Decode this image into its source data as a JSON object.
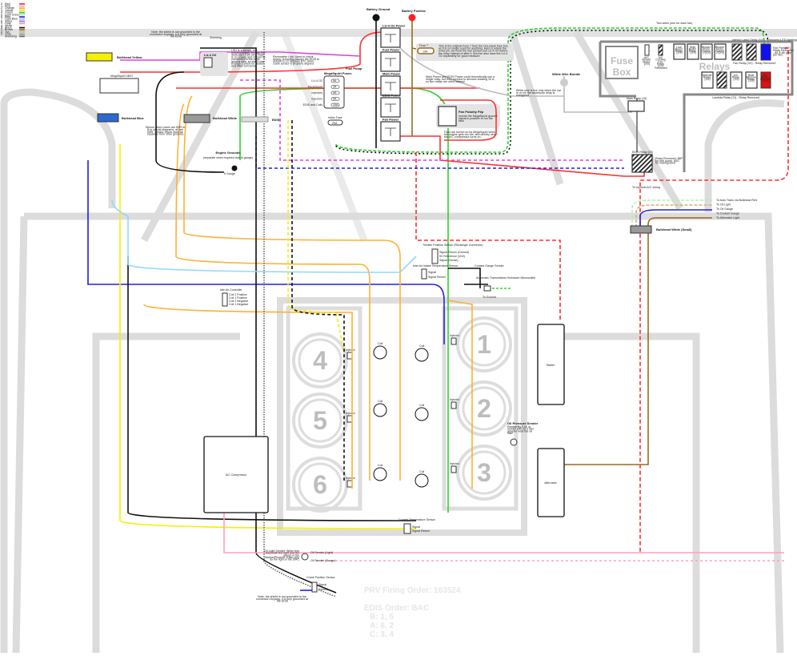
{
  "legend": {
    "items": [
      {
        "num": "0",
        "name": "Red",
        "color": "#ff3030"
      },
      {
        "num": "1",
        "name": "Pink",
        "color": "#ffa0c0"
      },
      {
        "num": "2",
        "name": "Orange",
        "color": "#ffb030"
      },
      {
        "num": "3",
        "name": "Yellow",
        "color": "#f5f000"
      },
      {
        "num": "4",
        "name": "Green",
        "color": "#30d030"
      },
      {
        "num": "5",
        "name": "Light Green",
        "color": "#b0f0b0"
      },
      {
        "num": "6",
        "name": "Blue",
        "color": "#2020e0"
      },
      {
        "num": "7",
        "name": "Light Blue",
        "color": "#90d8ff"
      },
      {
        "num": "8",
        "name": "Violet",
        "color": "#e040e0"
      },
      {
        "num": "9",
        "name": "Gray",
        "color": "#bbbbbb"
      },
      {
        "num": "A",
        "name": "White",
        "color": "#ffffff"
      },
      {
        "num": "B",
        "name": "Black",
        "color": "#111111"
      },
      {
        "num": "C",
        "name": "Brown",
        "color": "#9a6a20"
      },
      {
        "num": "D",
        "name": "Tan",
        "color": "#d8b070"
      },
      {
        "num": "E",
        "name": "Gray",
        "color": "#999999"
      },
      {
        "num": "",
        "name": "Shielding",
        "color": "#666666"
      }
    ]
  },
  "battery": {
    "ground": "Battery Ground",
    "positive": "Battery Positive"
  },
  "relays": {
    "lsu": "LU-4 O2 Power",
    "fuel": "Fuel Power",
    "main": "Main Power",
    "edis": "EDIS Power",
    "fan": "Fan Power",
    "fan_polarity": "Fan Polarity Flip",
    "fan_polarity_note": "Inverts the MegaSquirt ground signal to positive to run the fans"
  },
  "fuse7": {
    "label": "Fuse 7",
    "value": "10A",
    "note": "This is the original Fuse 7 from the DeLorean fuse box, as it is no longer used for anything. Here is where the extra pin, we hook the fuel pumps and LU-4 O2 before the relay instead of after it. And we also have the LU-4 O2 separately for good measure."
  },
  "notes": {
    "main_edis": "Main Power and EDIS Power could theoretically use a single relay, but they connect to devices drawing 10 A, so two relays are used instead.",
    "white_wire": "White wire is live only when the car is on for the accessory relay is energized",
    "fans": "Fans are turned on by MegaSquirt when the engine gets too hot, and directly when the A/C compressor turns on.",
    "shield_top": "Note: the shield is not grounded to the connector! Anyway, it is only grounded at the EDIS",
    "shield_bottom": "Note: the shield is not grounded to the connector! Anyway, it is only grounded at the EDIS",
    "lsu": "LSU is a sensor, but communicates through the dedicated 7.3K wire. Main is on power, and should be connected to the other ground wire, so that it has enough current for heater and other functions.",
    "sensor_return": "Sensor return wires are B9R or B in official diagrams; all are B9R. Sensor return must be separate from other grounds.",
    "removable": "Removable Link: Used to check timing, removing causes the EDIS to default to 10 degrees BTC when crank sensor is properly aligned.",
    "two_wires": "Two wires (one for each fan)",
    "oil_light": "Oil Light Sender: When this does both the light and the gauge in the Marine/Phoenix, it can only do the light or the DMC."
  },
  "labels": {
    "shielding": "Shielding",
    "bulkhead_yellow": "Bulkhead Yellow",
    "bulkhead_blue": "Bulkhead Blue",
    "bulkhead_white": "Bulkhead White",
    "bulkhead_white_small": "Bulkhead White (Small)",
    "megasquirt": "MegaSquirt DB37",
    "lu4": "LU-4 O2",
    "edis": "EDIS",
    "engine_grounds": "Engine Grounds",
    "engine_grounds_sub": "(separate wires required due to gauge)",
    "engine_grounds_count": "6 Gauge",
    "fuel_pump": "Fuel Pump",
    "megasquirt_fuses": "MegaSquirt Fuses",
    "inline_fuse": "Inline Fuse",
    "inline_fuse_value": "20A",
    "white_wire_bundle": "White Wire Bundle",
    "main_relay": "Main Relay (10)",
    "edis_relay": "EDIS Relay (20)",
    "edis_relay_note": "Relay Removed. 86P for fuel pump. 85G for main/ground",
    "tps": "Throttle Position Sensor (Rectangle Connector)",
    "tps_pins": [
      "Signal Return (Ground)",
      "5V Reference (Vref)",
      "Signal (Sense)"
    ],
    "iat": "Inlet Air Intake Temperature Sensor",
    "iat_pins": [
      "Signal",
      "Signal Return"
    ],
    "iac": "Idle Air Controller",
    "iac_pins": [
      "Coil 2 Positive",
      "Coil 1 Positive",
      "Coil 2 Negative",
      "Coil 1 Negative"
    ],
    "coolant_gauge_sender": "Coolant Gauge Sender",
    "auto_trans": "Automatic Transmission Kickdown Microswitch",
    "to_ground": "To Ground",
    "to_auto_trans": "To Auto Trans via Bulkhead Red",
    "to_oil_light": "To Oil Light",
    "to_oil_gauge": "To Oil Gauge",
    "to_coolant_gauge": "To Coolant Gauge",
    "to_alternator_light": "To Alternator Light",
    "to_aircon": "To topmost A/C wiring",
    "starter": "Starter",
    "alternator": "Alternator",
    "ac_compressor": "A/C Compressor",
    "oil_pressure": "Oil Pressure Sender",
    "oil_pressure_note": "Repeat fits 3 M, or sender with 3x 1 liter adapter near the oil filter",
    "coolant_temp": "Coolant Temperature Sensor",
    "coolant_temp_pins": [
      "Signal",
      "Signal Return"
    ],
    "oil_sender_light": "Oil Sender (Light)",
    "oil_sender_gauge": "Oil Sender (Gauge)",
    "crank": "Crank Position Sensor",
    "crank_pins": [
      "Signal",
      "Ground"
    ],
    "coil": "Coil",
    "injector": "Injector",
    "megasquirt_fuse_rows": [
      {
        "name": "LU-4 O2",
        "value": "5A"
      },
      {
        "name": "MegaSquirt",
        "value": "3A"
      },
      {
        "name": "Injectors",
        "value": "5A"
      },
      {
        "name": "Injectors",
        "value": "5A"
      },
      {
        "name": "EDIS and Coils",
        "value": "10A"
      }
    ]
  },
  "cylinders": {
    "left": [
      "4",
      "5",
      "6"
    ],
    "right": [
      "1",
      "2",
      "3"
    ]
  },
  "fuse_box": {
    "title_line1": "Fuse",
    "title_line2": "Box",
    "relays_title": "Relays",
    "top_relays": [
      "Low Beam Relay (XY)",
      "High Beam Relay (XY)",
      "Blower Motor Speed 1 (XX)",
      "Blower Motor Speed 2 (XX)"
    ],
    "bottom_relays": [
      "Defrost Relay (XX)",
      "A/C Relay (XX)",
      "Rear Window Relay (XX)",
      "A/C Blower Overrun (XX)"
    ],
    "small_left": "A/C Blower Motor (XX)",
    "small_right": "A/C Cooling Fan Relay (XX) Removed",
    "interior_lamp": "Interior Lamp Delay (XX) - Removed (LED lighting)",
    "fan_part": "Fan Part (X7) - Relay Removed - 85 & 86 (one per fan)",
    "fan_relay": "Fan Relay (XX) - Relay Removed",
    "lambda": "Lambda Relay (11) - Relay Removed"
  },
  "firing": {
    "prv": "PRV Firing Order: 163524",
    "edis": "EDIS Order: BAC",
    "b": "B: 1, 5",
    "a": "A: 6, 2",
    "c": "C: 3, 4"
  },
  "colors": {
    "blue_fan": "#1010f0",
    "red_relay": "#e01010"
  }
}
